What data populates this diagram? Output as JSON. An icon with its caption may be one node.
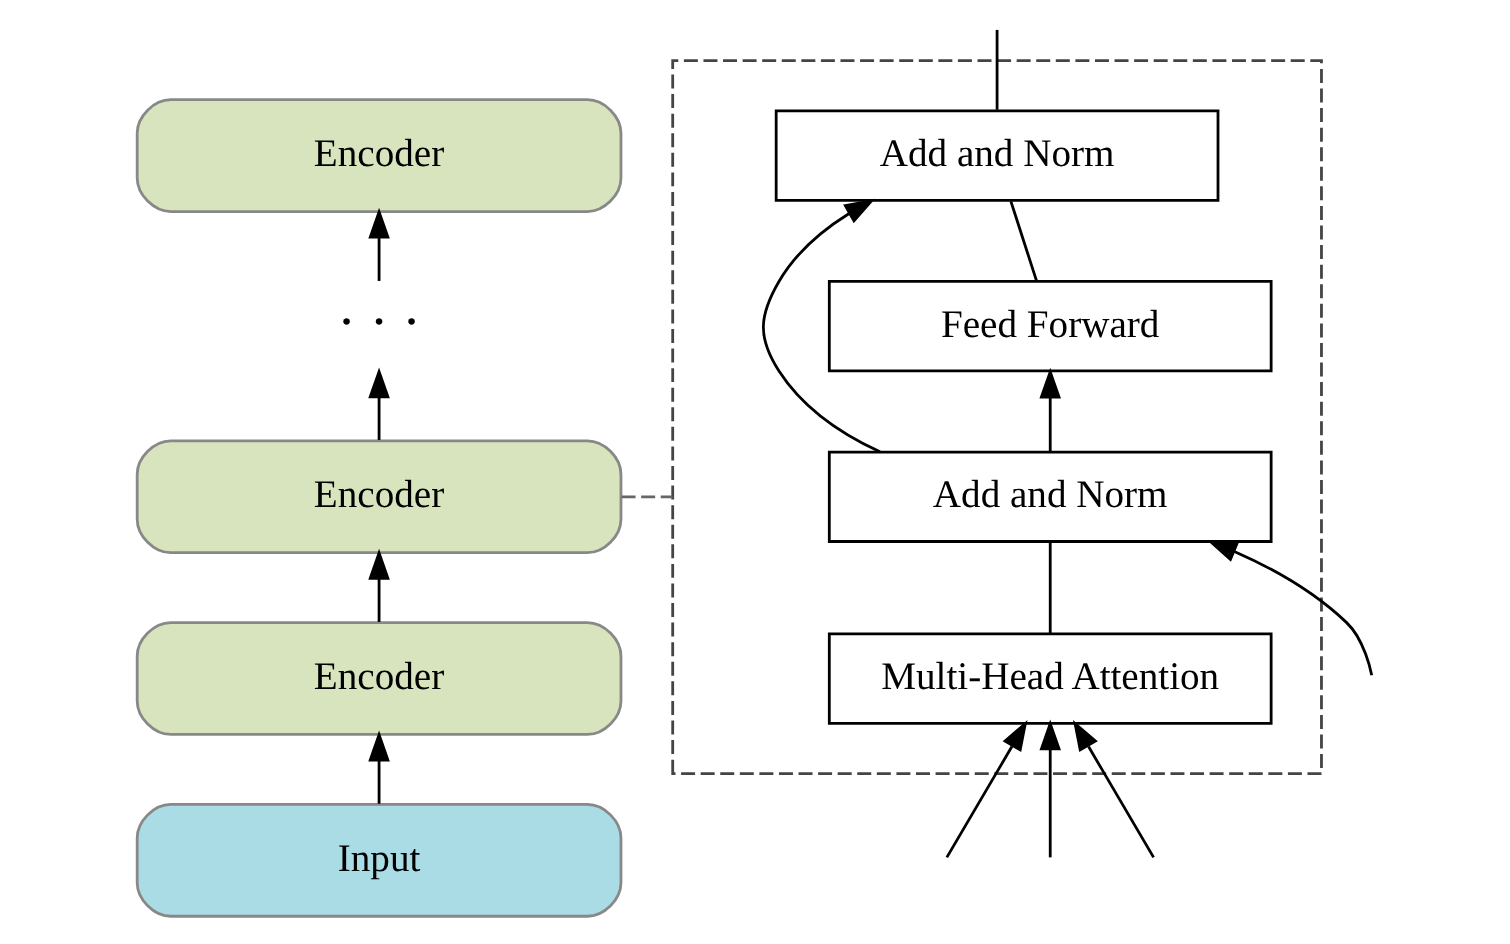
{
  "diagram": {
    "nodes": [
      {
        "text": [
          "Encoder"
        ]
      },
      {
        "text": [
          "· · ·"
        ]
      },
      {
        "text": [
          "Encoder"
        ]
      },
      {
        "text": [
          "Encoder"
        ]
      },
      {
        "text": [
          "Input"
        ]
      },
      {
        "text": [],
        "shape": "box"
      },
      {
        "text": [
          "Add and Norm"
        ],
        "in": 5
      },
      {
        "text": [
          "Feed Forward"
        ],
        "in": 5
      },
      {
        "text": [
          "Add and Norm"
        ],
        "in": 5
      },
      {
        "text": [
          "Multi-Head Attention"
        ],
        "in": 5
      }
    ],
    "edges": [
      {
        "from": 4,
        "to": 3,
        "arrow": "to"
      },
      {
        "from": 3,
        "to": 2,
        "arrow": "to"
      },
      {
        "from": 2,
        "to": 1,
        "arrow": "to"
      },
      {
        "from": 1,
        "to": 0,
        "arrow": "to"
      },
      {
        "from": 2,
        "to": 5,
        "arrow": "none",
        "style": "dashed",
        "color": "#666666"
      },
      {
        "from": null,
        "to": 9,
        "arrow": "to"
      },
      {
        "from": null,
        "to": 9,
        "arrow": "to"
      },
      {
        "from": null,
        "to": 9,
        "arrow": "to"
      },
      {
        "from": null,
        "to": 8,
        "arrow": "to"
      },
      {
        "from": 9,
        "to": 8,
        "arrow": "none"
      },
      {
        "from": 8,
        "to": 7,
        "arrow": "to"
      },
      {
        "from": 8,
        "to": 6,
        "arrow": "to"
      },
      {
        "from": 7,
        "to": 6,
        "arrow": "none"
      },
      {
        "from": 6,
        "to": null,
        "arrow": "none"
      }
    ]
  }
}
